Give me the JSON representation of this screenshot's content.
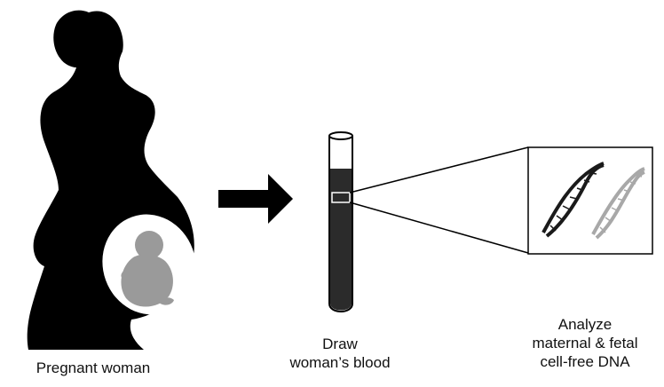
{
  "steps": [
    {
      "id": "pregnant-woman",
      "lines": [
        "Pregnant woman"
      ]
    },
    {
      "id": "draw-blood",
      "lines": [
        "Draw",
        "woman’s blood"
      ]
    },
    {
      "id": "analyze-dna",
      "lines": [
        "Analyze",
        "maternal & fetal",
        "cell-free DNA"
      ]
    }
  ],
  "colors": {
    "silhouette": "#000000",
    "fetus": "#9a9a9a",
    "womb": "#ffffff",
    "blood": "#2b2b2b",
    "maternal_dna": "#1a1a1a",
    "fetal_dna": "#a8a8a8"
  },
  "icons": [
    "pregnant-woman-silhouette",
    "fetus-icon",
    "arrow-right-icon",
    "blood-tube-icon",
    "dna-helix-icon"
  ]
}
